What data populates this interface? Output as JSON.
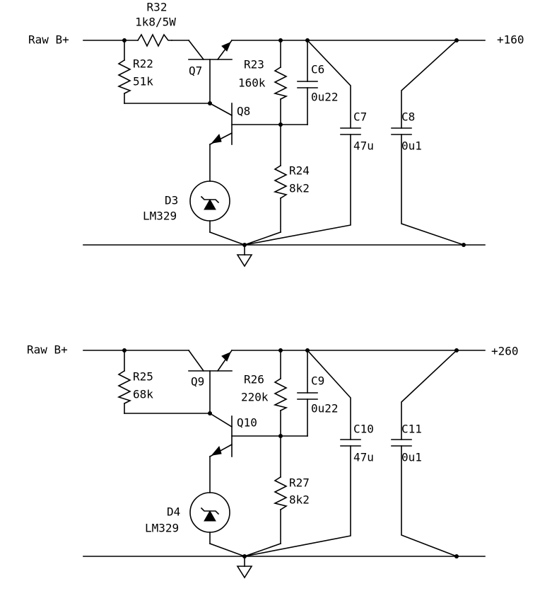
{
  "colors": {
    "ink": "#000000",
    "background": "#ffffff"
  },
  "top": {
    "input_label": "Raw B+",
    "output_label": "+160",
    "r32": {
      "ref": "R32",
      "value": "1k8/5W"
    },
    "r22": {
      "ref": "R22",
      "value": "51k"
    },
    "q7": {
      "ref": "Q7"
    },
    "q8": {
      "ref": "Q8"
    },
    "r23": {
      "ref": "R23",
      "value": "160k"
    },
    "c6": {
      "ref": "C6",
      "value": "0u22"
    },
    "c7": {
      "ref": "C7",
      "value": "47u"
    },
    "c8": {
      "ref": "C8",
      "value": "0u1"
    },
    "r24": {
      "ref": "R24",
      "value": "8k2"
    },
    "d3": {
      "ref": "D3",
      "value": "LM329"
    }
  },
  "bottom": {
    "input_label": "Raw B+",
    "output_label": "+260",
    "r25": {
      "ref": "R25",
      "value": "68k"
    },
    "q9": {
      "ref": "Q9"
    },
    "q10": {
      "ref": "Q10"
    },
    "r26": {
      "ref": "R26",
      "value": "220k"
    },
    "c9": {
      "ref": "C9",
      "value": "0u22"
    },
    "c10": {
      "ref": "C10",
      "value": "47u"
    },
    "c11": {
      "ref": "C11",
      "value": "0u1"
    },
    "r27": {
      "ref": "R27",
      "value": "8k2"
    },
    "d4": {
      "ref": "D4",
      "value": "LM329"
    }
  }
}
